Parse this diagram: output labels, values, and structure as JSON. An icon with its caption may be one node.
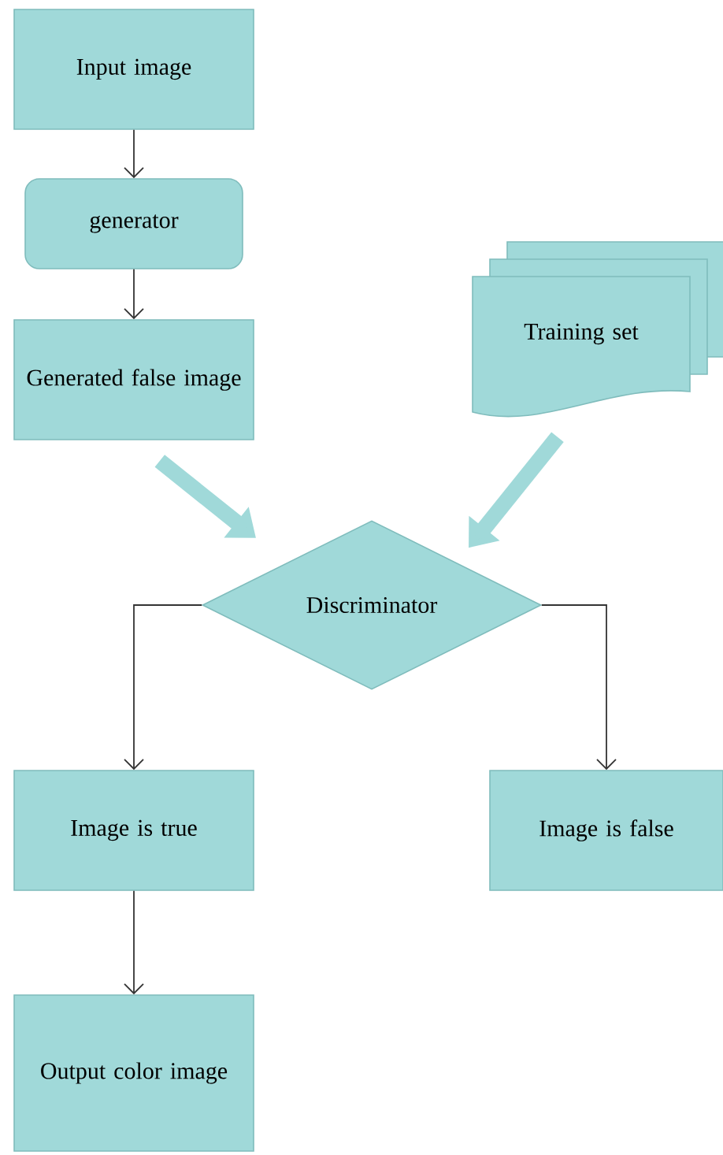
{
  "diagram": {
    "nodes": [
      {
        "text": [
          "Input image"
        ]
      },
      {
        "text": [
          "generator"
        ]
      },
      {
        "text": [
          "Generated false image"
        ]
      },
      {
        "text": [
          "Training set"
        ]
      },
      {
        "text": [
          "Discriminator"
        ]
      },
      {
        "text": [
          "Image is true"
        ]
      },
      {
        "text": [
          "Image is false"
        ]
      },
      {
        "text": [
          "Output color image"
        ]
      }
    ],
    "edges": [
      {
        "from": 0,
        "to": 1,
        "arrow": "to"
      },
      {
        "from": 1,
        "to": 2,
        "arrow": "to"
      },
      {
        "from": 2,
        "to": 4,
        "arrow": "to",
        "style": "thick",
        "color": "#a0d9d9"
      },
      {
        "from": 3,
        "to": 4,
        "arrow": "to",
        "style": "thick",
        "color": "#a0d9d9"
      },
      {
        "from": 4,
        "to": 5,
        "arrow": "to"
      },
      {
        "from": 4,
        "to": 6,
        "arrow": "to"
      },
      {
        "from": 5,
        "to": 7,
        "arrow": "to"
      }
    ]
  }
}
